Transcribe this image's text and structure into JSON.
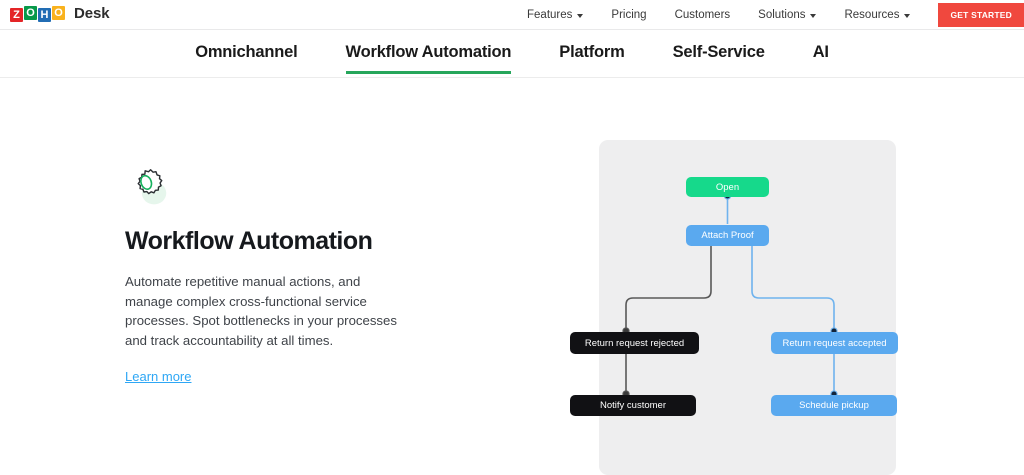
{
  "brand": {
    "logo_letters": [
      "Z",
      "O",
      "H",
      "O"
    ],
    "product": "Desk"
  },
  "topnav": {
    "items": [
      {
        "label": "Features",
        "has_caret": true
      },
      {
        "label": "Pricing",
        "has_caret": false
      },
      {
        "label": "Customers",
        "has_caret": false
      },
      {
        "label": "Solutions",
        "has_caret": true
      },
      {
        "label": "Resources",
        "has_caret": true
      }
    ],
    "cta_label": "GET STARTED",
    "cta_color": "#f0483e"
  },
  "tabs": [
    {
      "label": "Omnichannel",
      "active": false
    },
    {
      "label": "Workflow Automation",
      "active": true
    },
    {
      "label": "Platform",
      "active": false
    },
    {
      "label": "Self-Service",
      "active": false
    },
    {
      "label": "AI",
      "active": false
    }
  ],
  "tab_active_color": "#26a65b",
  "hero": {
    "icon": "gear-icon",
    "title": "Workflow Automation",
    "description": "Automate repetitive manual actions, and manage complex cross-functional service processes. Spot bottlenecks in your processes and track accountability at all times.",
    "link_label": "Learn more",
    "link_color": "#2ea7f5"
  },
  "diagram": {
    "panel_color": "#eeeeef",
    "colors": {
      "green": "#16d98b",
      "blue": "#5aa9ef",
      "black": "#111114",
      "gray_edge": "#585858",
      "blue_edge": "#6fb3ee"
    },
    "nodes": [
      {
        "id": "open",
        "label": "Open",
        "type": "green"
      },
      {
        "id": "attach",
        "label": "Attach Proof",
        "type": "blue"
      },
      {
        "id": "rejected",
        "label": "Return request rejected",
        "type": "black"
      },
      {
        "id": "accepted",
        "label": "Return request accepted",
        "type": "blue"
      },
      {
        "id": "notify",
        "label": "Notify customer",
        "type": "black"
      },
      {
        "id": "pickup",
        "label": "Schedule pickup",
        "type": "blue"
      }
    ],
    "edges": [
      {
        "from": "open",
        "to": "attach",
        "color": "blue_edge"
      },
      {
        "from": "attach",
        "to": "rejected",
        "color": "gray_edge"
      },
      {
        "from": "attach",
        "to": "accepted",
        "color": "blue_edge"
      },
      {
        "from": "rejected",
        "to": "notify",
        "color": "gray_edge"
      },
      {
        "from": "accepted",
        "to": "pickup",
        "color": "blue_edge"
      }
    ]
  }
}
